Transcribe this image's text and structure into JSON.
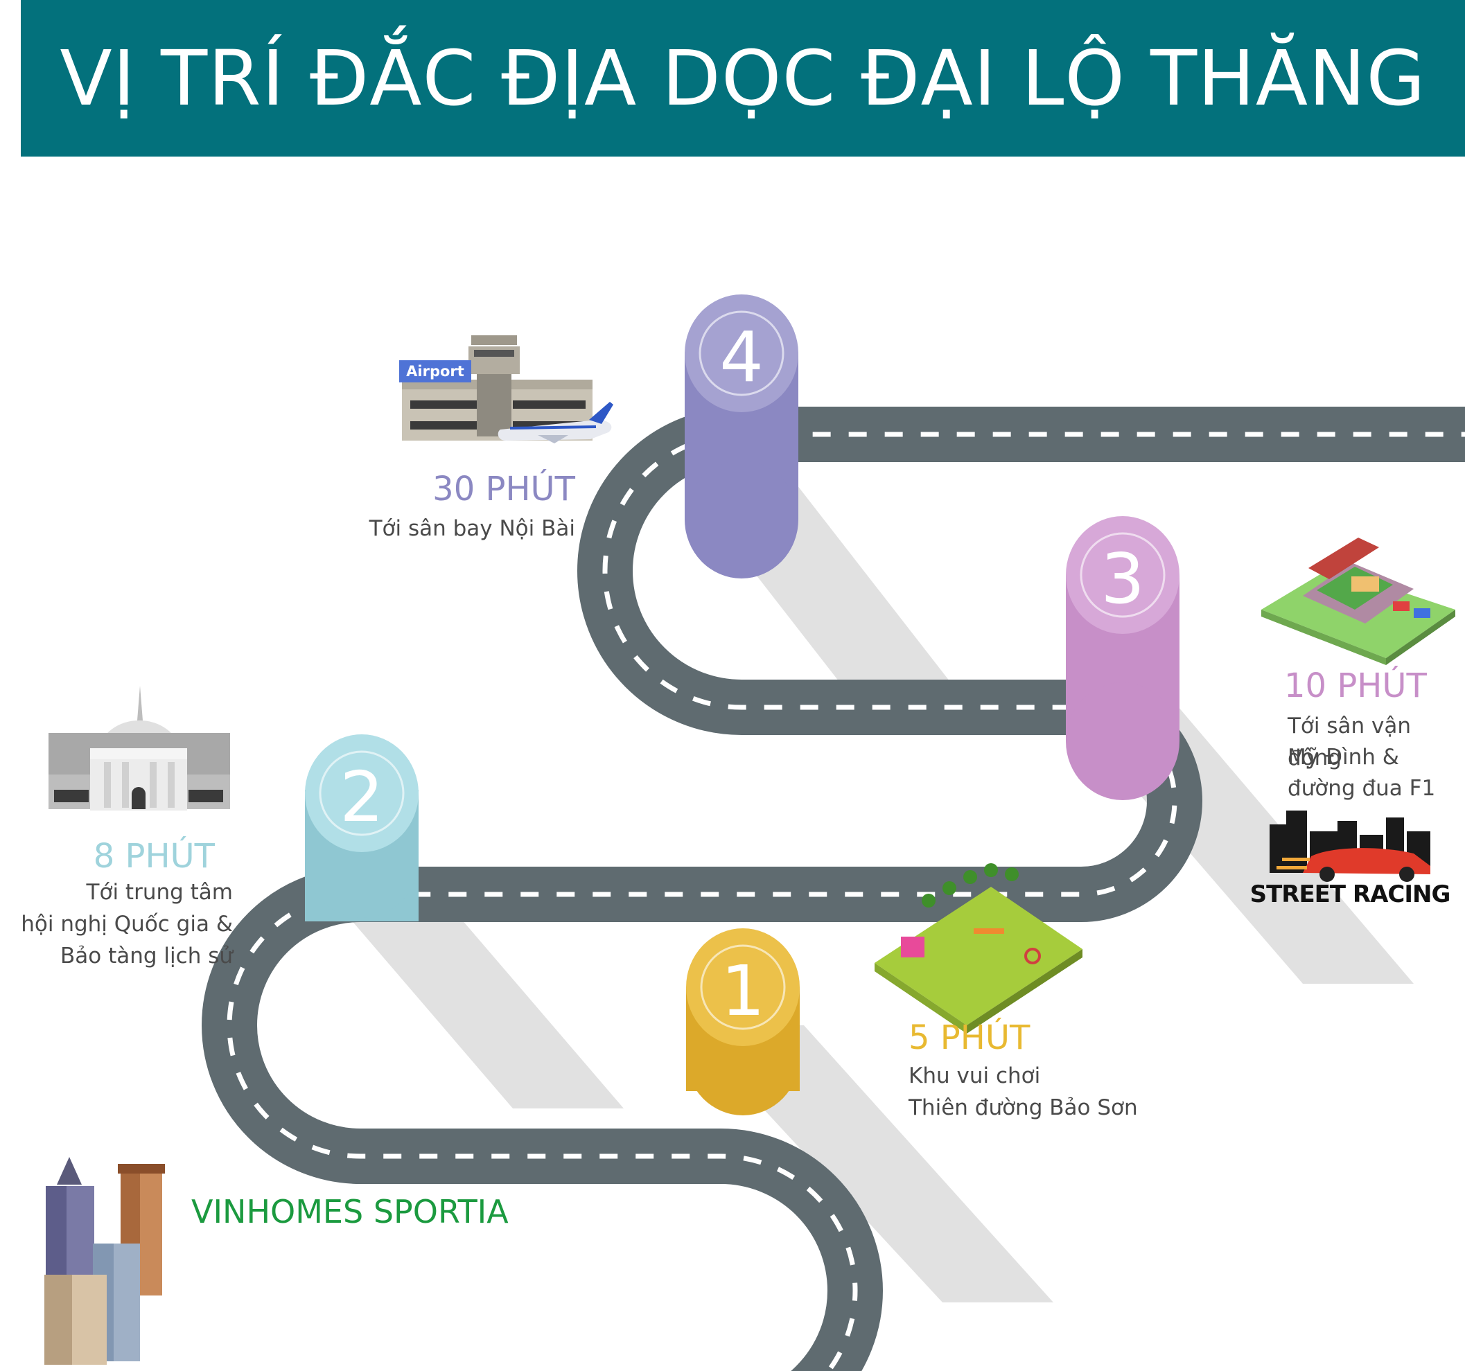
{
  "header": {
    "title": "VỊ TRÍ ĐẮC ĐỊA DỌC ĐẠI LỘ THĂNG LONG",
    "bg_color": "#03717c"
  },
  "road": {
    "color": "#5f6b70",
    "dash_color": "#ffffff",
    "shadow_color": "#d6d6d6"
  },
  "origin": {
    "label": "VINHOMES SPORTIA",
    "color": "#1b9a3f",
    "icon": "skyscrapers-icon"
  },
  "stops": [
    {
      "number": "1",
      "time": "5 PHÚT",
      "desc_lines": [
        "Khu vui chơi",
        "Thiên đường Bảo Sơn"
      ],
      "color": "#e8b931",
      "icon": "amusement-park-icon"
    },
    {
      "number": "2",
      "time": "8 PHÚT",
      "desc_lines": [
        "Tới trung tâm",
        "hội nghị Quốc gia &",
        "Bảo tàng lịch sử"
      ],
      "color": "#9fd3dc",
      "icon": "convention-center-icon"
    },
    {
      "number": "3",
      "time": "10 PHÚT",
      "desc_lines": [
        "Tới sân vận động",
        "Mỹ Đình &",
        "đường đua F1"
      ],
      "color": "#c78fc8",
      "icon": "stadium-icon",
      "extra_icon": "street-racing-logo",
      "logo_text": "STREET RACING"
    },
    {
      "number": "4",
      "time": "30 PHÚT",
      "desc_lines": [
        "Tới sân bay Nội Bài"
      ],
      "color": "#8b88c2",
      "icon": "airport-icon",
      "sign_text": "Airport"
    }
  ]
}
